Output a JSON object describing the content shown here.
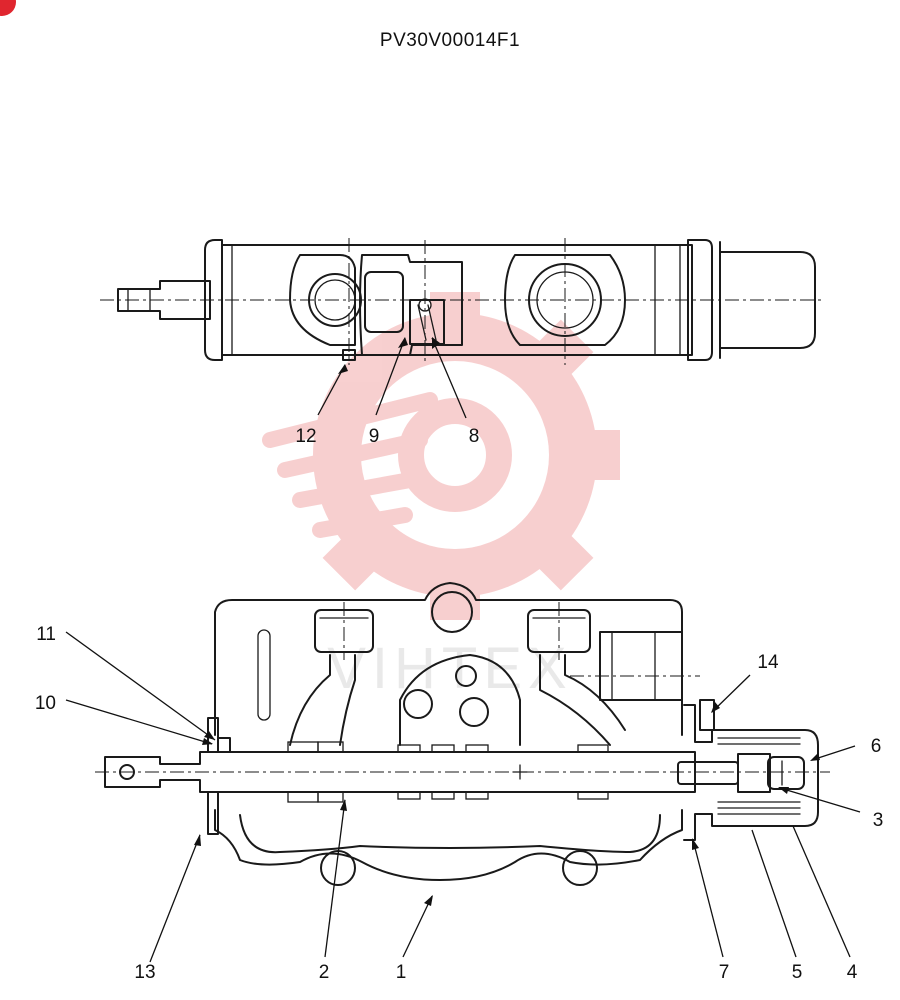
{
  "document_code": "PV30V00014F1",
  "watermark": {
    "brand": "VIHTEX",
    "color": "#f2a9a9"
  },
  "accent_color": "#e0262f",
  "callouts_top_view": [
    "12",
    "9",
    "8"
  ],
  "callouts_section_view": [
    "11",
    "10",
    "14",
    "6",
    "3",
    "13",
    "2",
    "1",
    "7",
    "5",
    "4"
  ]
}
